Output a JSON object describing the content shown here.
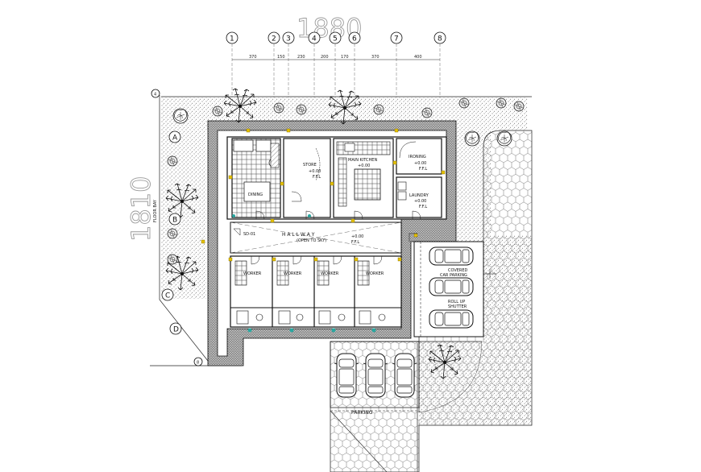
{
  "drawing": {
    "overall_width": "1880",
    "overall_depth": "1810",
    "grid_columns": [
      "1",
      "2",
      "3",
      "4",
      "5",
      "6",
      "7",
      "8"
    ],
    "grid_rows": [
      "4",
      "A",
      "B",
      "C",
      "D",
      "8"
    ],
    "segment_dims": [
      "370",
      "150",
      "230",
      "200",
      "170",
      "370",
      "400"
    ],
    "side_label": "FLOOR BAY",
    "rooms": {
      "store": "STORE",
      "kitchen": "MAIN KITCHEN",
      "ironing": "IRONING",
      "laundry": "LAUNDRY",
      "dining": "DINING",
      "hallway": "H A L L W A Y",
      "hallway_sub": "(OPEN TO SKY)",
      "worker_1": "WORKER",
      "worker_2": "WORKER",
      "worker_3": "WORKER",
      "worker_4": "WORKER",
      "covered_parking_1": "COVERED",
      "covered_parking_2": "CAR PARKING",
      "shutter_1": "ROLL UP",
      "shutter_2": "SHUTTER",
      "parking": "PARKING"
    },
    "levels": {
      "store": "+0.00",
      "kitchen": "+0.00",
      "ironing": "+0.00",
      "laundry": "+0.00",
      "hallway": "+0.00",
      "ffl": "F.F.L"
    },
    "tag": "SD-01"
  }
}
